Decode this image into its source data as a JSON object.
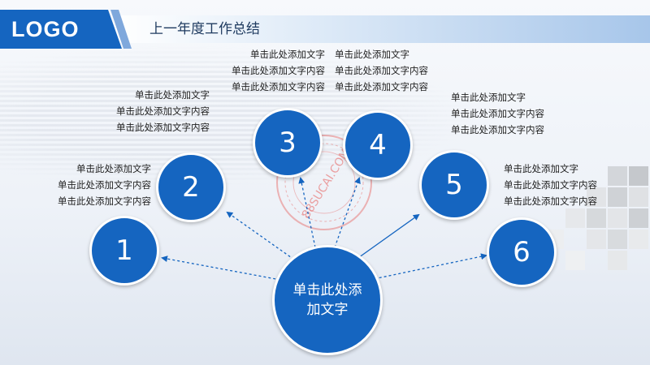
{
  "header": {
    "logo": "LOGO",
    "title": "上一年度工作总结"
  },
  "center": {
    "label": "单击此处添加文字"
  },
  "nodes": [
    {
      "number": "1",
      "title": "单击此处添加文字",
      "line1": "单击此处添加文字内容",
      "line2": "单击此处添加文字内容"
    },
    {
      "number": "2",
      "title": "单击此处添加文字",
      "line1": "单击此处添加文字内容",
      "line2": "单击此处添加文字内容"
    },
    {
      "number": "3",
      "title": "单击此处添加文字",
      "line1": "单击此处添加文字内容",
      "line2": "单击此处添加文字内容"
    },
    {
      "number": "4",
      "title": "单击此处添加文字",
      "line1": "单击此处添加文字内容",
      "line2": "单击此处添加文字内容"
    },
    {
      "number": "5",
      "title": "单击此处添加文字",
      "line1": "单击此处添加文字内容",
      "line2": "单击此处添加文字内容"
    },
    {
      "number": "6",
      "title": "单击此处添加文字",
      "line1": "单击此处添加文字内容",
      "line2": "单击此处添加文字内容"
    }
  ],
  "watermark": {
    "text": "88SUCAI.COM"
  },
  "colors": {
    "primary": "#1565c0",
    "accent": "#7fa8dc",
    "text": "#222222",
    "watermark": "#e53935"
  }
}
